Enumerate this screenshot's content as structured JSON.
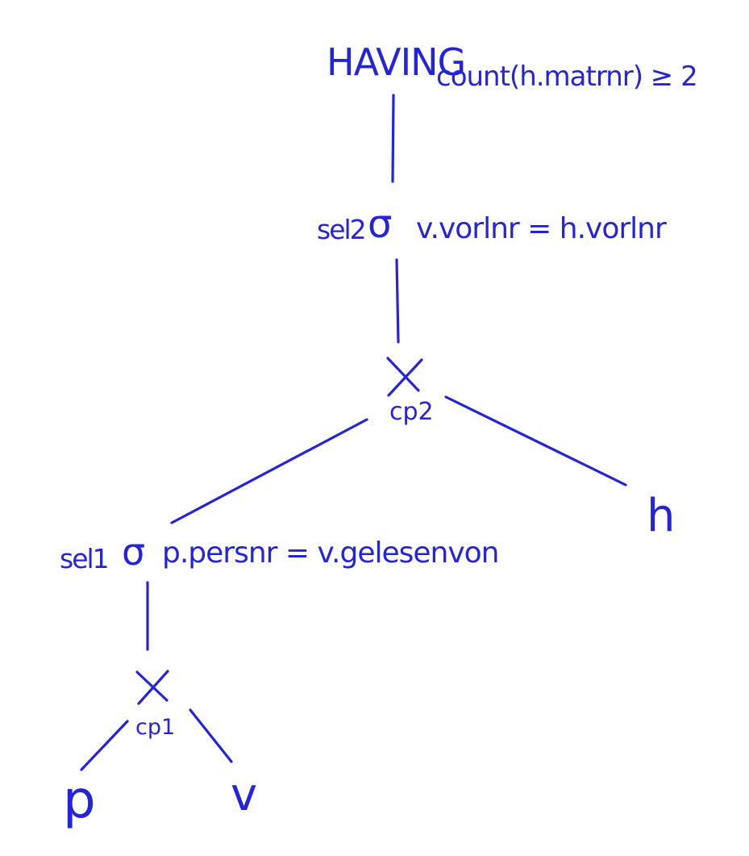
{
  "diagram": {
    "root": {
      "operator": "HAVING",
      "condition": "count(h.matrnr) ≥ 2"
    },
    "selection2": {
      "label": "sel2",
      "symbol": "σ",
      "condition": "v.vorlnr = h.vorlnr"
    },
    "crossproduct2": {
      "symbol": "×",
      "label": "cp2"
    },
    "relation_h": "h",
    "selection1": {
      "label": "sel1",
      "symbol": "σ",
      "condition": "p.persnr = v.gelesenvon"
    },
    "crossproduct1": {
      "symbol": "×",
      "label": "cp1"
    },
    "relation_p": "p",
    "relation_v": "v",
    "ink_color": "#2424d8"
  }
}
